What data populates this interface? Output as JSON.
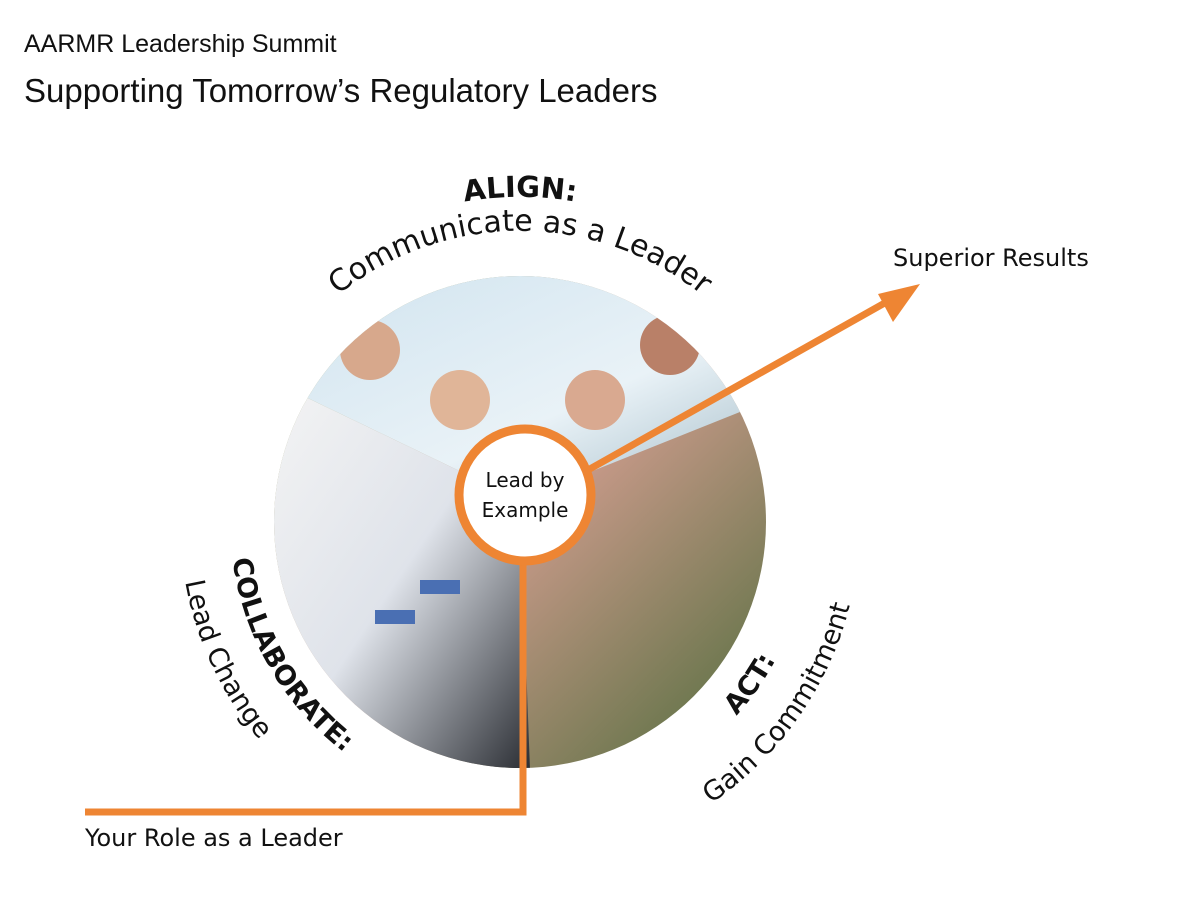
{
  "header": {
    "title": "AARMR Leadership Summit",
    "subtitle": "Supporting Tomorrow’s Regulatory Leaders"
  },
  "diagram": {
    "center_line1": "Lead by",
    "center_line2": "Example",
    "align_heading": "ALIGN:",
    "align_text": "Communicate as a Leader",
    "collaborate_heading": "COLLABORATE:",
    "collaborate_text": "Lead Change",
    "act_heading": "ACT:",
    "act_text": "Gain Commitment",
    "start_label": "Your Role as a Leader",
    "end_label": "Superior Results",
    "accent_color": "#EE8533"
  }
}
